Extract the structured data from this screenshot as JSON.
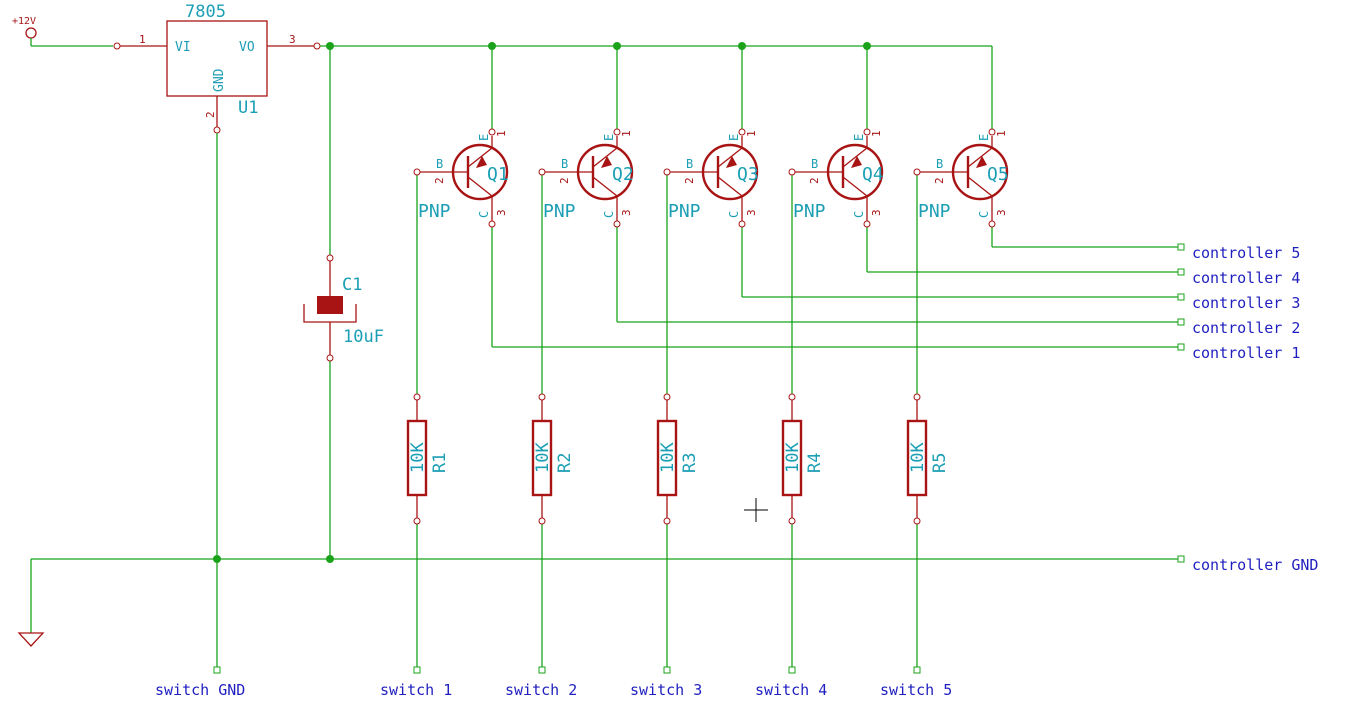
{
  "power_label": "+12V",
  "regulator": {
    "part": "7805",
    "ref": "U1",
    "pin_vi": "VI",
    "pin_vo": "VO",
    "pin_gnd": "GND",
    "pin1": "1",
    "pin2": "2",
    "pin3": "3"
  },
  "capacitor": {
    "ref": "C1",
    "value": "10uF"
  },
  "transistor_type": "PNP",
  "pin_letters": {
    "base": "B",
    "emitter": "E",
    "collector": "C"
  },
  "pin_numbers": {
    "emitter": "1",
    "base": "2",
    "collector": "3"
  },
  "transistors": [
    {
      "ref": "Q1",
      "resistor_ref": "R1",
      "resistor_value": "10K",
      "switch_label": "switch 1",
      "controller_label": "controller 1"
    },
    {
      "ref": "Q2",
      "resistor_ref": "R2",
      "resistor_value": "10K",
      "switch_label": "switch 2",
      "controller_label": "controller 2"
    },
    {
      "ref": "Q3",
      "resistor_ref": "R3",
      "resistor_value": "10K",
      "switch_label": "switch 3",
      "controller_label": "controller 3"
    },
    {
      "ref": "Q4",
      "resistor_ref": "R4",
      "resistor_value": "10K",
      "switch_label": "switch 4",
      "controller_label": "controller 4"
    },
    {
      "ref": "Q5",
      "resistor_ref": "R5",
      "resistor_value": "10K",
      "switch_label": "switch 5",
      "controller_label": "controller 5"
    }
  ],
  "switch_gnd_label": "switch GND",
  "controller_gnd_label": "controller GND",
  "colors": {
    "wire": "#1aa31a",
    "component": "#a81414",
    "net_label": "#1f1fbf",
    "ref_label": "#1c9fb4"
  }
}
